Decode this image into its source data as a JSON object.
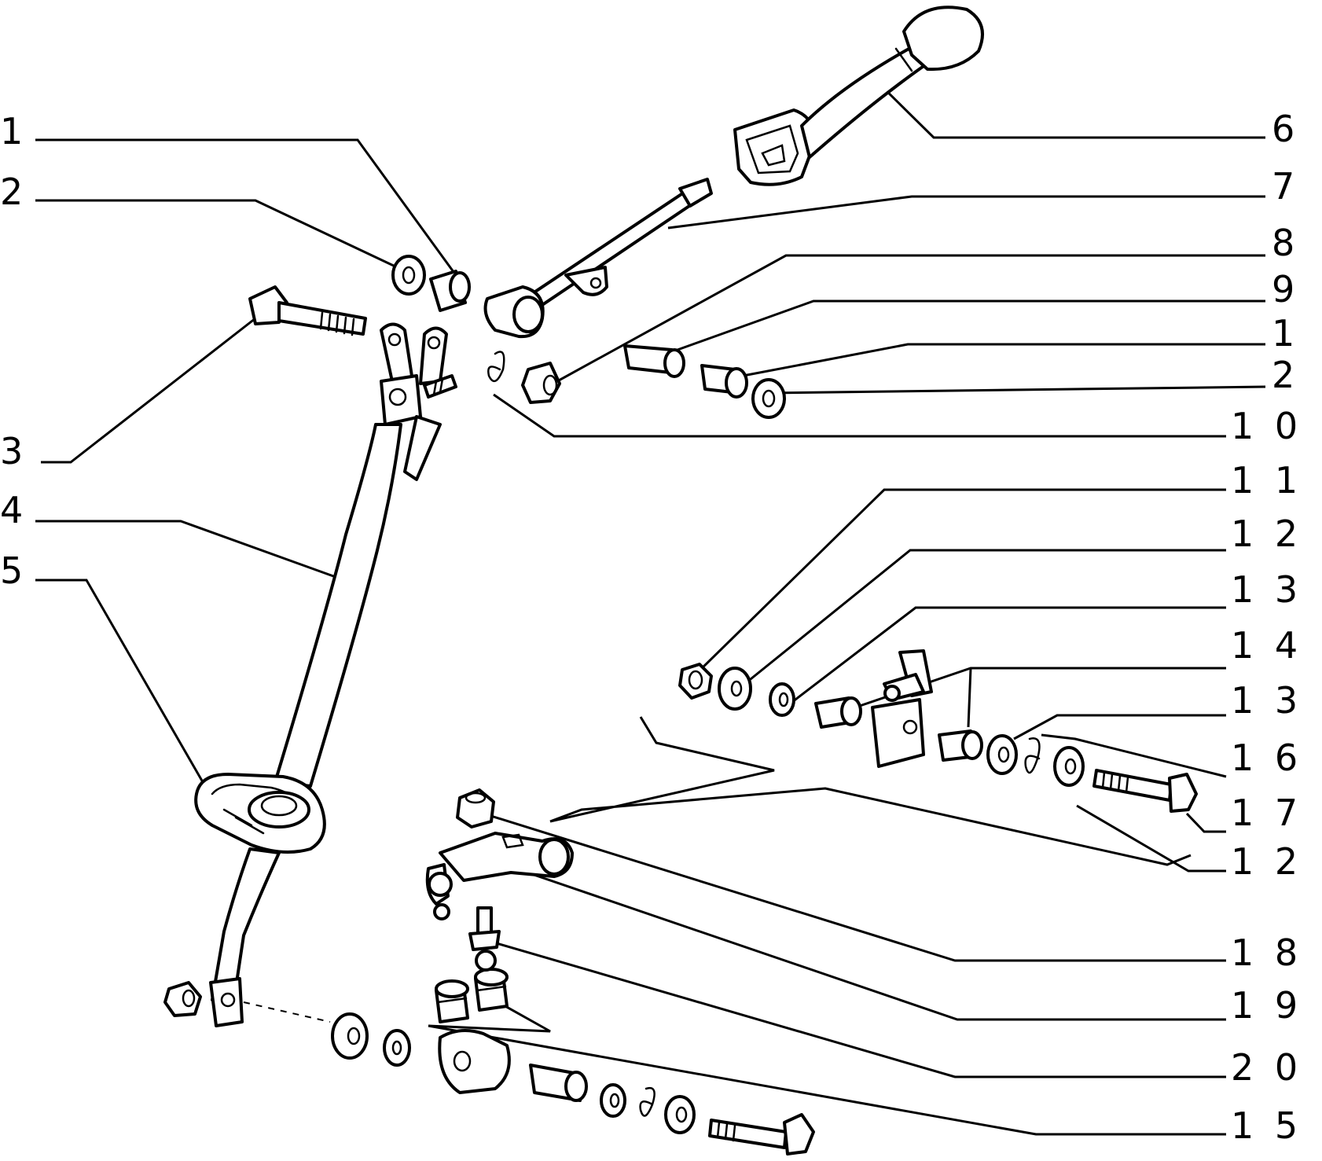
{
  "callouts": [
    {
      "label": "1"
    },
    {
      "label": "2"
    },
    {
      "label": "3"
    },
    {
      "label": "4"
    },
    {
      "label": "5"
    },
    {
      "label": "6"
    },
    {
      "label": "7"
    },
    {
      "label": "8"
    },
    {
      "label": "9"
    },
    {
      "label": "1"
    },
    {
      "label": "2"
    },
    {
      "label": "1 0"
    },
    {
      "label": "1 1"
    },
    {
      "label": "1 2"
    },
    {
      "label": "1 3"
    },
    {
      "label": "1 4"
    },
    {
      "label": "1 3"
    },
    {
      "label": "1 6"
    },
    {
      "label": "1 7"
    },
    {
      "label": "1 2"
    },
    {
      "label": "1 8"
    },
    {
      "label": "1 9"
    },
    {
      "label": "2 0"
    },
    {
      "label": "1 5"
    }
  ]
}
